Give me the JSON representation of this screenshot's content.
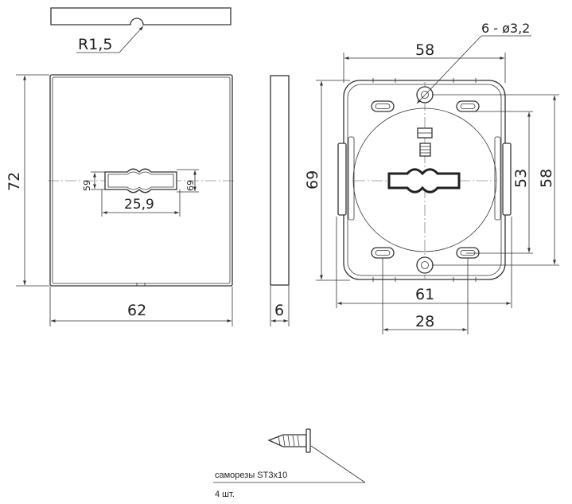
{
  "labels": {
    "radius": "R1,5",
    "holes": "6 - ø3,2",
    "height_72": "72",
    "width_62": "62",
    "depth_6": "6",
    "slot_59_left": "59",
    "slot_69_right": "69",
    "slot_width": "25,9",
    "top_58": "58",
    "left_69": "69",
    "right_53": "53",
    "right_58": "58",
    "bottom_61": "61",
    "bottom_28": "28",
    "screws_name": "саморезы ST3x10",
    "screws_qty": "4 шт."
  }
}
